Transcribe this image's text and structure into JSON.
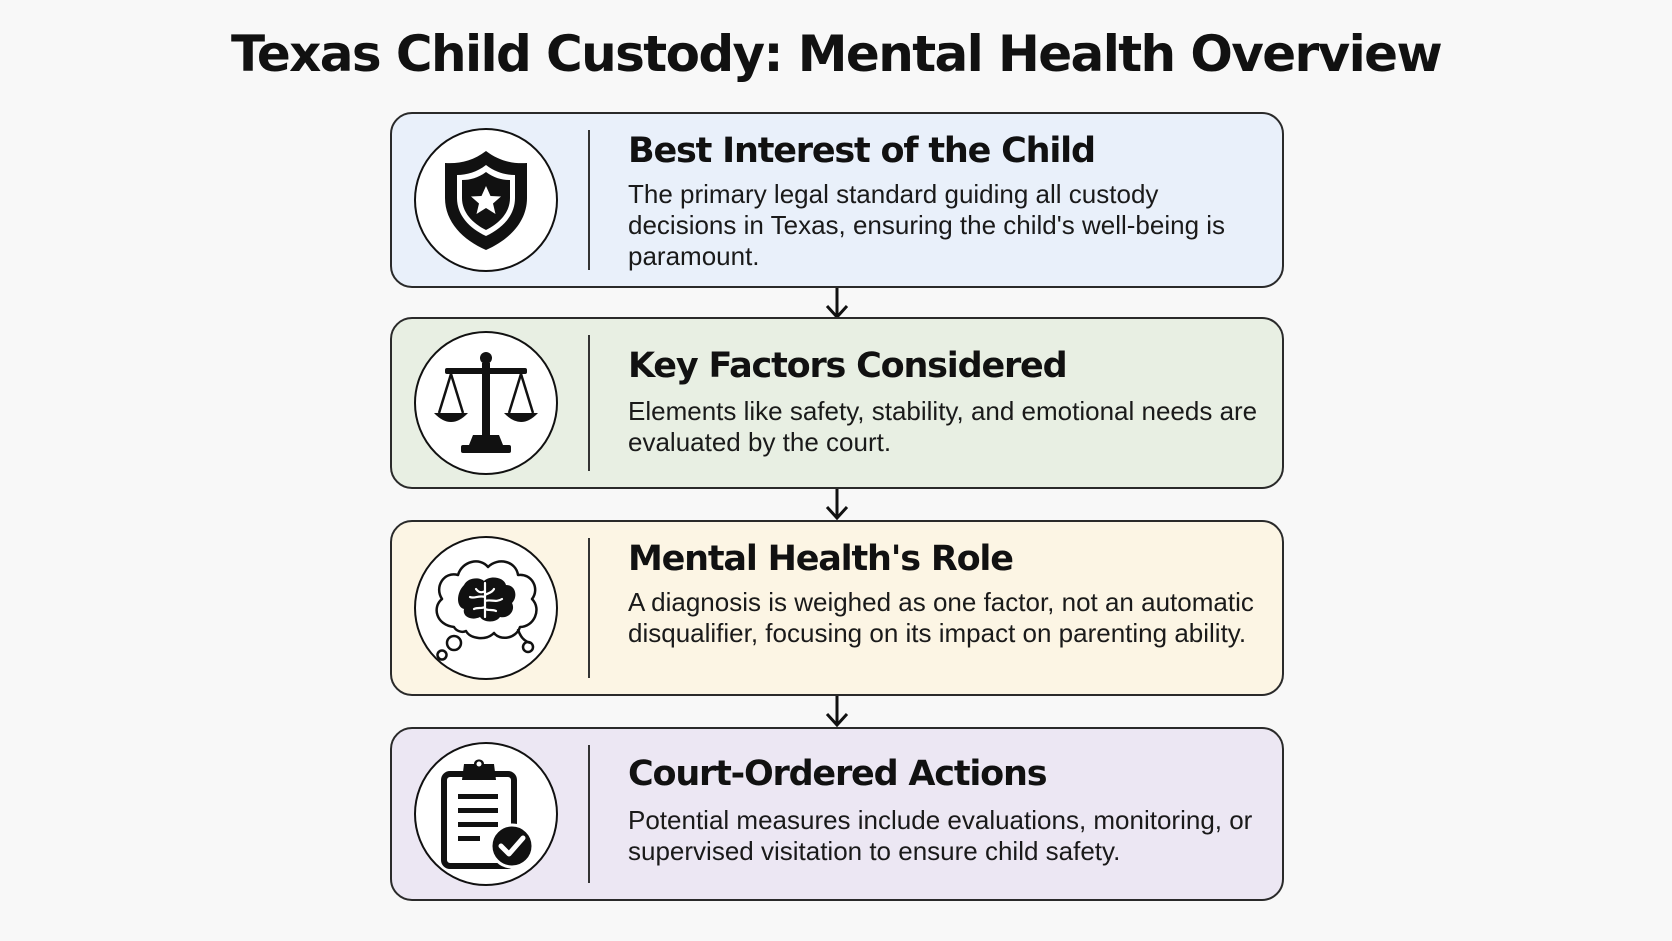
{
  "title": "Texas Child Custody: Mental Health Overview",
  "steps": [
    {
      "title": "Best Interest of the Child",
      "description": "The primary legal standard guiding all custody decisions in Texas, ensuring the child's well-being is paramount.",
      "icon": "shield-star-icon",
      "background": "#e9f0fa"
    },
    {
      "title": "Key Factors Considered",
      "description": "Elements like safety, stability, and emotional needs are evaluated by the court.",
      "icon": "scales-icon",
      "background": "#e8efe3"
    },
    {
      "title": "Mental Health's Role",
      "description": "A diagnosis is weighed as one factor, not an automatic disqualifier, focusing on its impact on parenting ability.",
      "icon": "brain-thought-bubble-icon",
      "background": "#fcf5e4"
    },
    {
      "title": "Court-Ordered Actions",
      "description": "Potential measures include evaluations, monitoring, or supervised visitation to ensure child safety.",
      "icon": "clipboard-check-icon",
      "background": "#ece7f3"
    }
  ],
  "connectors": [
    "down-arrow-icon",
    "down-arrow-icon",
    "down-arrow-icon"
  ]
}
